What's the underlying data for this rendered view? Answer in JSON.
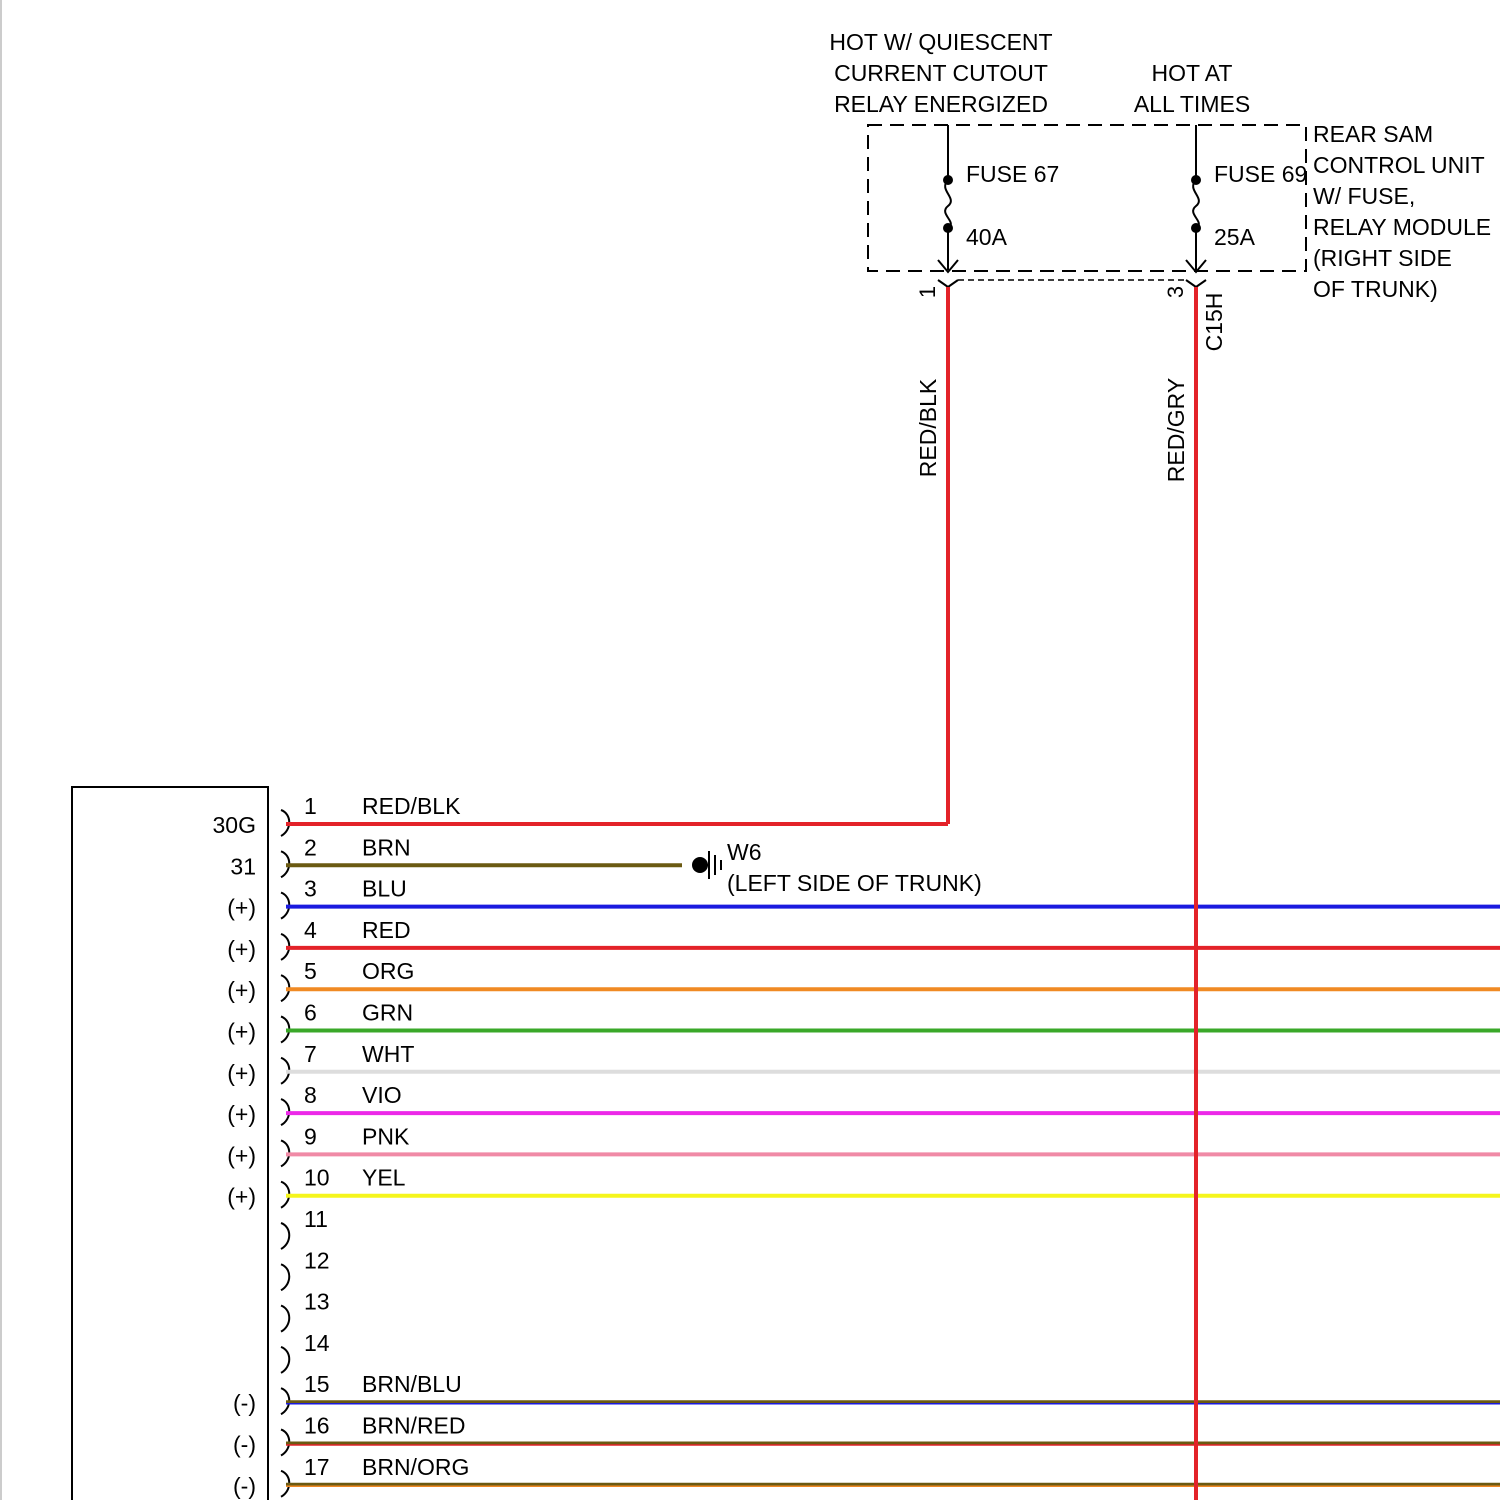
{
  "supplies": {
    "left": {
      "lines": [
        "HOT W/ QUIESCENT",
        "CURRENT CUTOUT",
        "RELAY ENERGIZED"
      ]
    },
    "right": {
      "lines": [
        "HOT AT",
        "ALL TIMES"
      ]
    }
  },
  "sam_unit": {
    "lines": [
      "REAR SAM",
      "CONTROL UNIT",
      "W/ FUSE,",
      "RELAY MODULE",
      "(RIGHT SIDE",
      "OF TRUNK)"
    ],
    "fuses": [
      {
        "name": "FUSE 67",
        "rating": "40A",
        "pin": "1"
      },
      {
        "name": "FUSE 69",
        "rating": "25A",
        "pin": "3"
      }
    ],
    "connector": "C15H"
  },
  "feed_wires": [
    {
      "label": "RED/BLK",
      "color": "#e32229"
    },
    {
      "label": "RED/GRY",
      "color": "#e32229"
    }
  ],
  "ground": {
    "id": "W6",
    "location": "(LEFT SIDE OF TRUNK)"
  },
  "pins": [
    {
      "num": "1",
      "func": "30G",
      "wire": "RED/BLK",
      "color": "#e32229"
    },
    {
      "num": "2",
      "func": "31",
      "wire": "BRN",
      "color": "#6b5a12"
    },
    {
      "num": "3",
      "func": "(+)",
      "wire": "BLU",
      "color": "#1a1adf"
    },
    {
      "num": "4",
      "func": "(+)",
      "wire": "RED",
      "color": "#e32229"
    },
    {
      "num": "5",
      "func": "(+)",
      "wire": "ORG",
      "color": "#f08a24"
    },
    {
      "num": "6",
      "func": "(+)",
      "wire": "GRN",
      "color": "#3aa829"
    },
    {
      "num": "7",
      "func": "(+)",
      "wire": "WHT",
      "color": "#dddddd"
    },
    {
      "num": "8",
      "func": "(+)",
      "wire": "VIO",
      "color": "#ec28e8"
    },
    {
      "num": "9",
      "func": "(+)",
      "wire": "PNK",
      "color": "#f08aa6"
    },
    {
      "num": "10",
      "func": "(+)",
      "wire": "YEL",
      "color": "#f5f51c"
    },
    {
      "num": "11",
      "func": "",
      "wire": "",
      "color": ""
    },
    {
      "num": "12",
      "func": "",
      "wire": "",
      "color": ""
    },
    {
      "num": "13",
      "func": "",
      "wire": "",
      "color": ""
    },
    {
      "num": "14",
      "func": "",
      "wire": "",
      "color": ""
    },
    {
      "num": "15",
      "func": "(-)",
      "wire": "BRN/BLU",
      "color": "#6b5a12",
      "stripe": "#1a1adf"
    },
    {
      "num": "16",
      "func": "(-)",
      "wire": "BRN/RED",
      "color": "#6b5a12",
      "stripe": "#e32229"
    },
    {
      "num": "17",
      "func": "(-)",
      "wire": "BRN/ORG",
      "color": "#6b5a12",
      "stripe": "#f08a24"
    }
  ]
}
